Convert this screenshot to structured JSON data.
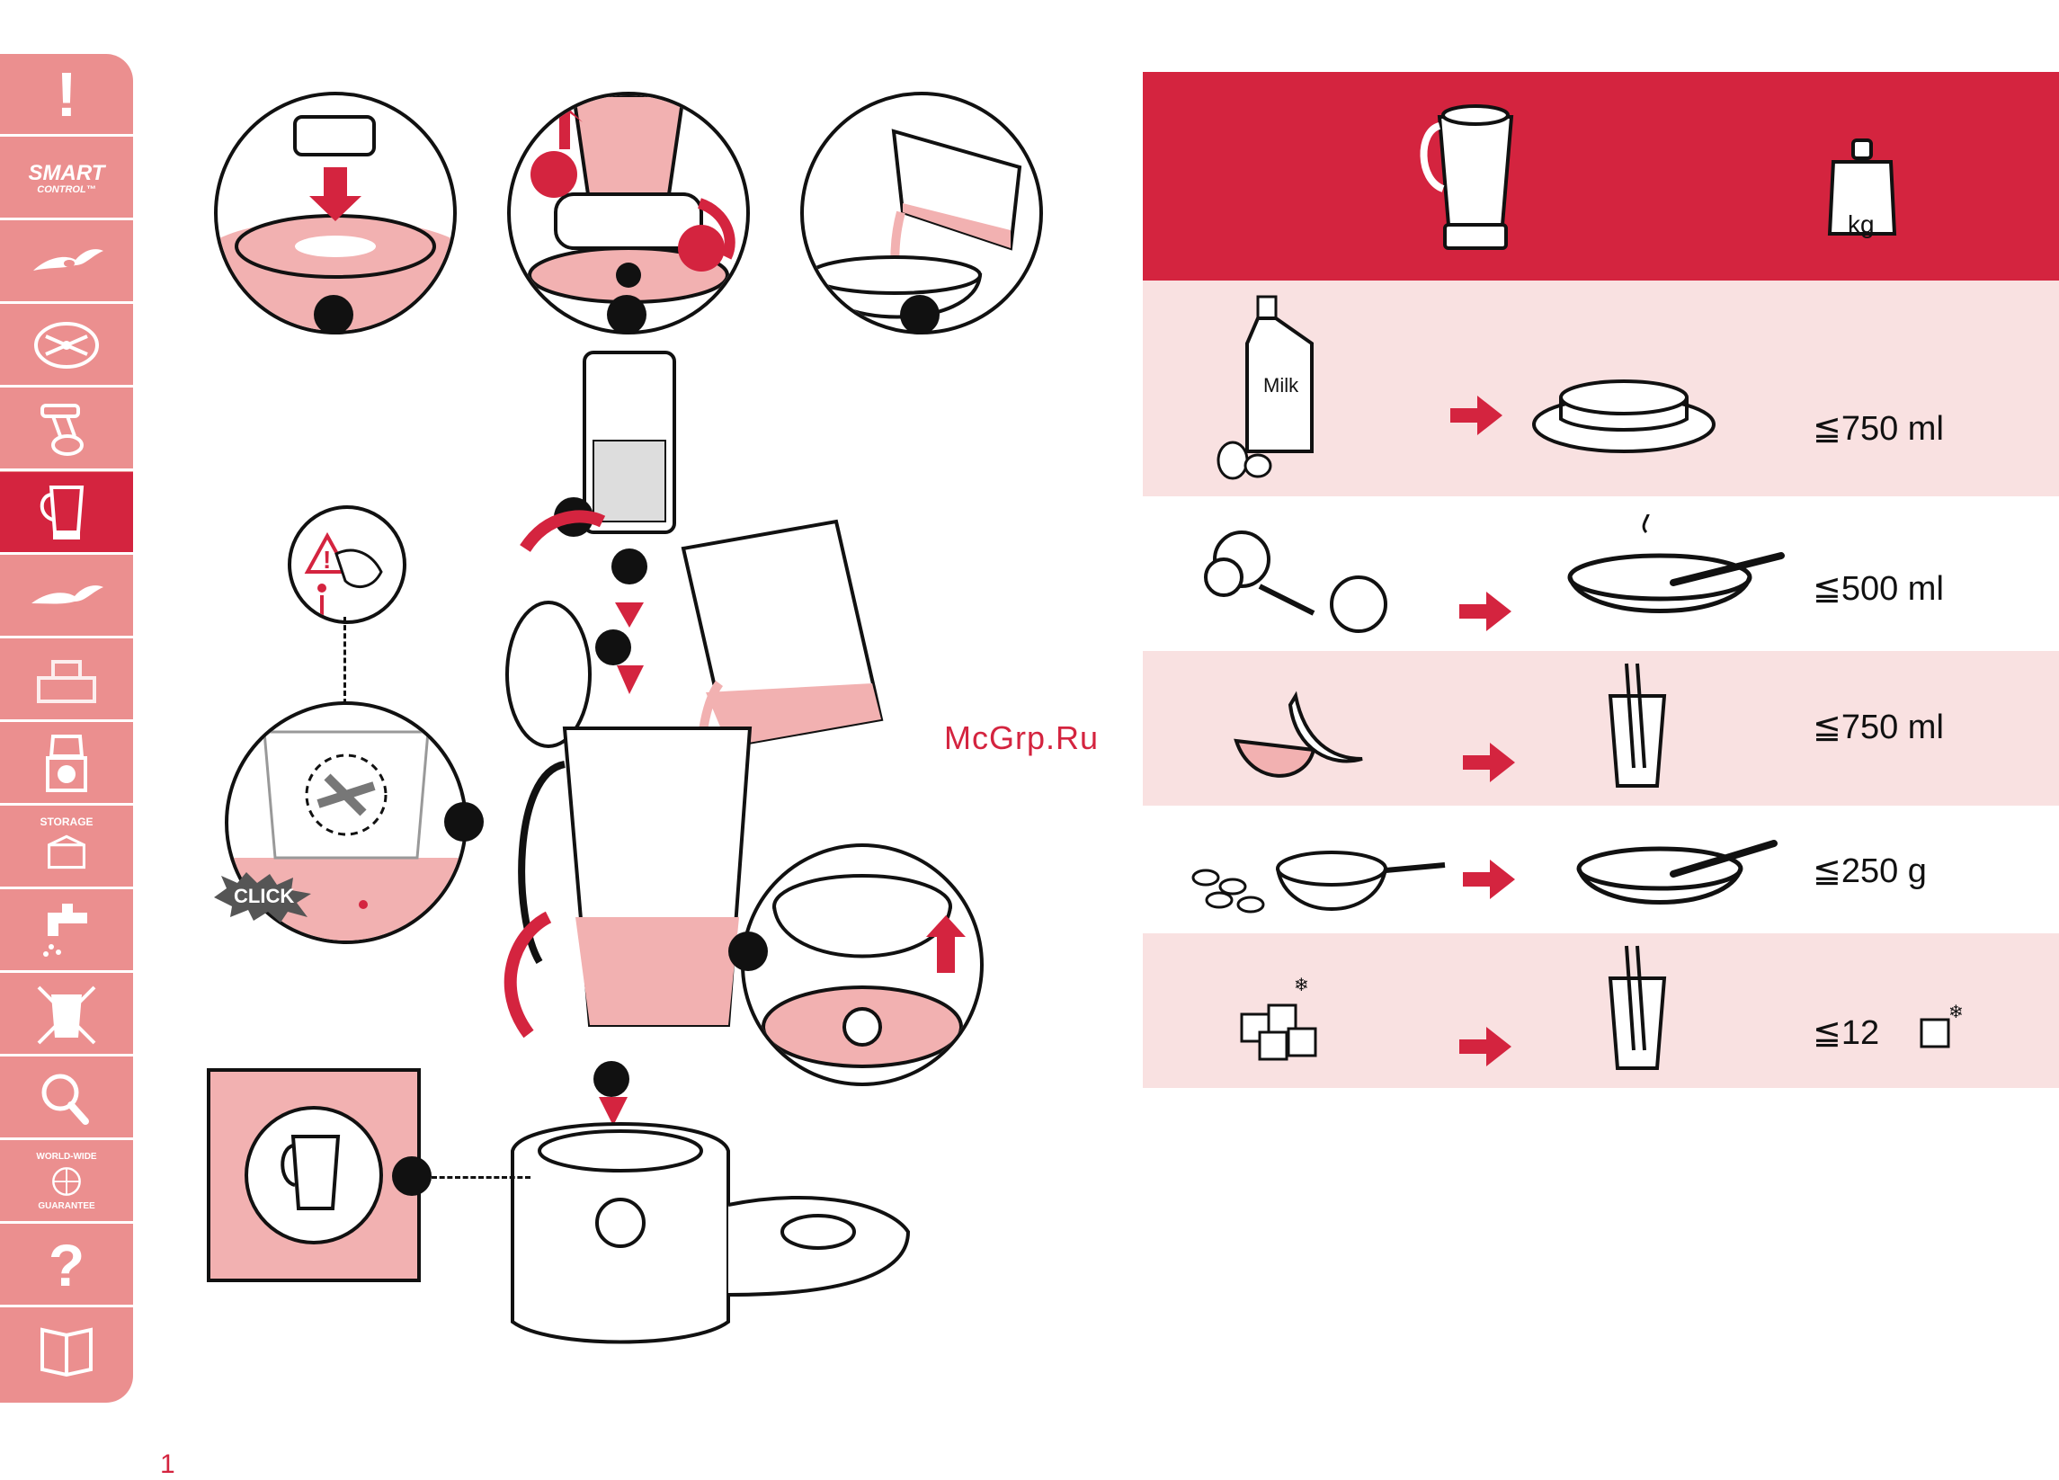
{
  "sidebar": {
    "items": [
      {
        "icon": "exclamation-icon",
        "label": "!"
      },
      {
        "icon": "smart-control-icon",
        "label": "SMART",
        "sublabel": "CONTROL™"
      },
      {
        "icon": "blade-icon"
      },
      {
        "icon": "disc-icon"
      },
      {
        "icon": "mixer-icon"
      },
      {
        "icon": "blender-jar-icon",
        "active": true
      },
      {
        "icon": "knife-blade-icon"
      },
      {
        "icon": "food-processor-icon"
      },
      {
        "icon": "juicer-icon"
      },
      {
        "icon": "storage-icon",
        "label": "STORAGE"
      },
      {
        "icon": "tap-icon"
      },
      {
        "icon": "bin-crossed-icon"
      },
      {
        "icon": "magnifier-icon"
      },
      {
        "icon": "globe-guarantee-icon",
        "label": "WORLD-WIDE",
        "sublabel": "GUARANTEE"
      },
      {
        "icon": "question-icon",
        "label": "?"
      },
      {
        "icon": "booklet-icon"
      }
    ]
  },
  "illustration": {
    "click_label": "CLICK",
    "milk_label": "Milk"
  },
  "table": {
    "header_icons": [
      "blender-jar-icon",
      "weight-icon"
    ],
    "weight_label": "kg",
    "rows": [
      {
        "ingredient": "milk-eggs",
        "result": "pancakes",
        "amount": "≦750 ml"
      },
      {
        "ingredient": "vegetables-tomato",
        "result": "soup",
        "amount": "≦500 ml"
      },
      {
        "ingredient": "fruit",
        "result": "smoothie",
        "amount": "≦750 ml"
      },
      {
        "ingredient": "beans",
        "result": "puree",
        "amount": "≦250 g"
      },
      {
        "ingredient": "ice-cubes",
        "result": "crushed-ice-drink",
        "amount": "≦12"
      }
    ]
  },
  "watermark": "McGrp.Ru",
  "page_number": "1",
  "colors": {
    "accent": "#d4243f",
    "sidebar": "#eb8f8f",
    "row_pink": "#f9e1e1",
    "fill_pink": "#f2b1b1"
  }
}
